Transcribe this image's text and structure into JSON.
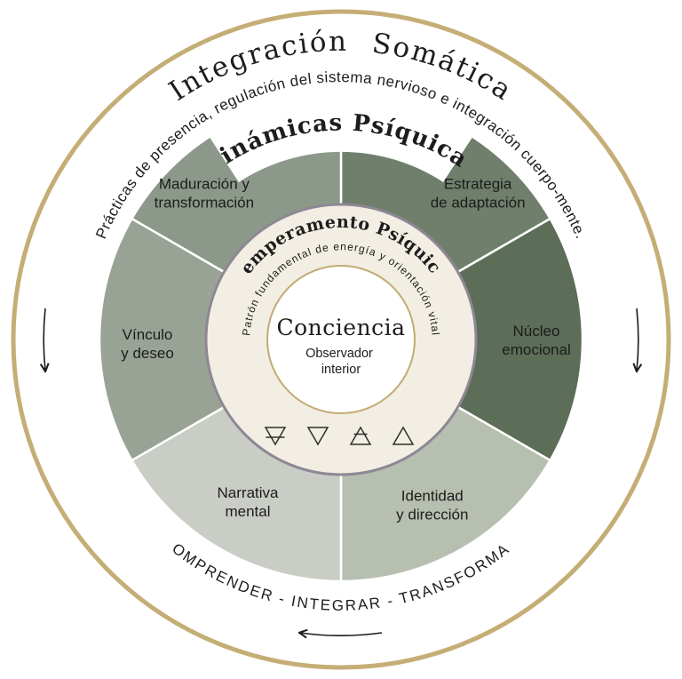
{
  "colors": {
    "gold_ring": "#c5ae76",
    "inner_gold_ring": "#c2ab74",
    "cream_fill": "#f2eee3",
    "cream_border": "#8e8794",
    "text": "#1d1d1d"
  },
  "outer_ring": {
    "title": "Integración Somática",
    "subtitle": "Prácticas de presencia, regulación del sistema nervioso e integración cuerpo-mente.",
    "motto": "COMPRENDER - INTEGRAR - TRANSFORMAR"
  },
  "dynamics": {
    "title": "Dinámicas Psíquicas",
    "segments": [
      {
        "label_lines": [
          "Estrategia",
          "de adaptación"
        ],
        "color": "#6f7f6c"
      },
      {
        "label_lines": [
          "Núcleo",
          "emocional"
        ],
        "color": "#5c6d58"
      },
      {
        "label_lines": [
          "Identidad",
          "y dirección"
        ],
        "color": "#b7bfb0"
      },
      {
        "label_lines": [
          "Narrativa",
          "mental"
        ],
        "color": "#c9cdc5"
      },
      {
        "label_lines": [
          "Vínculo",
          "y deseo"
        ],
        "color": "#99a395"
      },
      {
        "label_lines": [
          "Maduración y",
          "transformación"
        ],
        "color": "#8c998a"
      }
    ]
  },
  "temperament": {
    "title": "Temperamento Psíquico",
    "subtitle": "Patrón fundamental de energía y orientación vital",
    "element_symbols": [
      "earth",
      "water",
      "air",
      "fire"
    ]
  },
  "center": {
    "title": "Conciencia",
    "subtitle_lines": [
      "Observador",
      "interior"
    ]
  }
}
